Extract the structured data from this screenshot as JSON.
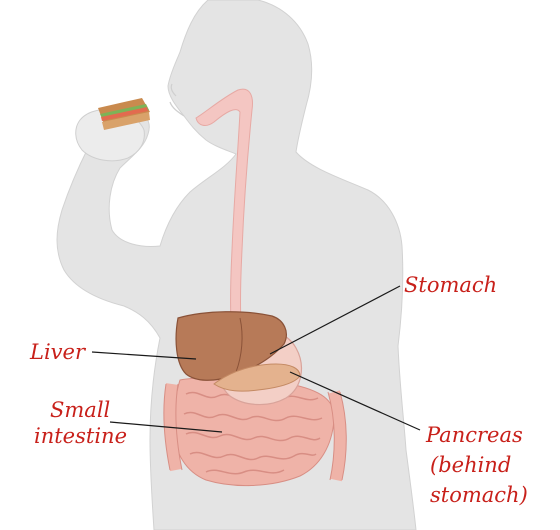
{
  "labels": {
    "stomach": "Stomach",
    "liver": "Liver",
    "small_intestine_line1": "Small",
    "small_intestine_line2": "intestine",
    "pancreas_line1": "Pancreas",
    "pancreas_line2": "(behind",
    "pancreas_line3": "stomach)"
  },
  "colors": {
    "label_text": "#c8201a",
    "body_silhouette": "#e4e4e4",
    "digestive_tract": "#f4c6c2",
    "liver": "#b77a58",
    "stomach": "#f3cfc6",
    "pancreas": "#e4b28e",
    "intestine": "#efb3a8",
    "leader_line": "#1a1a1a"
  }
}
